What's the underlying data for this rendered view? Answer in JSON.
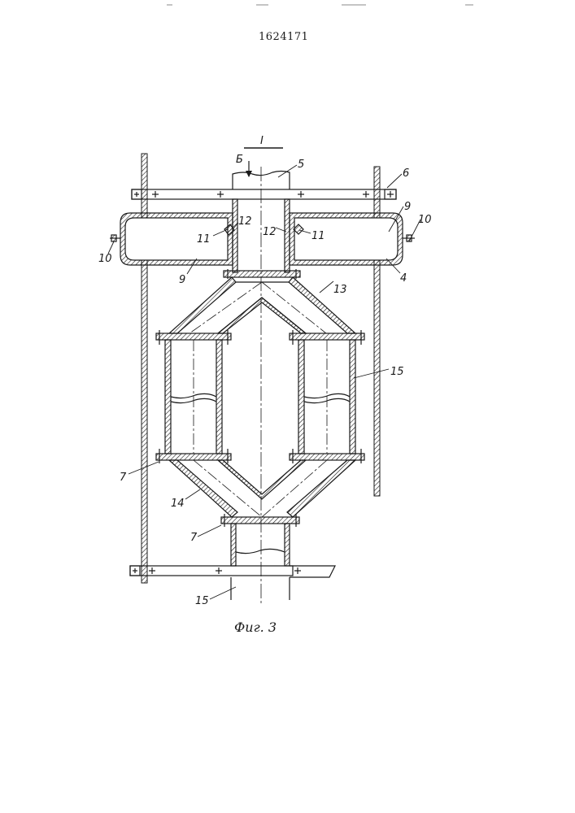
{
  "header": {
    "patent_number": "1624171"
  },
  "figure": {
    "section_mark": "I",
    "view_letter": "Б",
    "caption": "Фиг. 3",
    "callouts": {
      "c5": "5",
      "c6": "6",
      "c9a": "9",
      "c10a": "10",
      "c4": "4",
      "c12a": "12",
      "c11a": "11",
      "c12b": "12",
      "c11b": "11",
      "c10b": "10",
      "c9b": "9",
      "c13": "13",
      "c15a": "15",
      "c7a": "7",
      "c14": "14",
      "c7b": "7",
      "c15b": "15"
    }
  }
}
